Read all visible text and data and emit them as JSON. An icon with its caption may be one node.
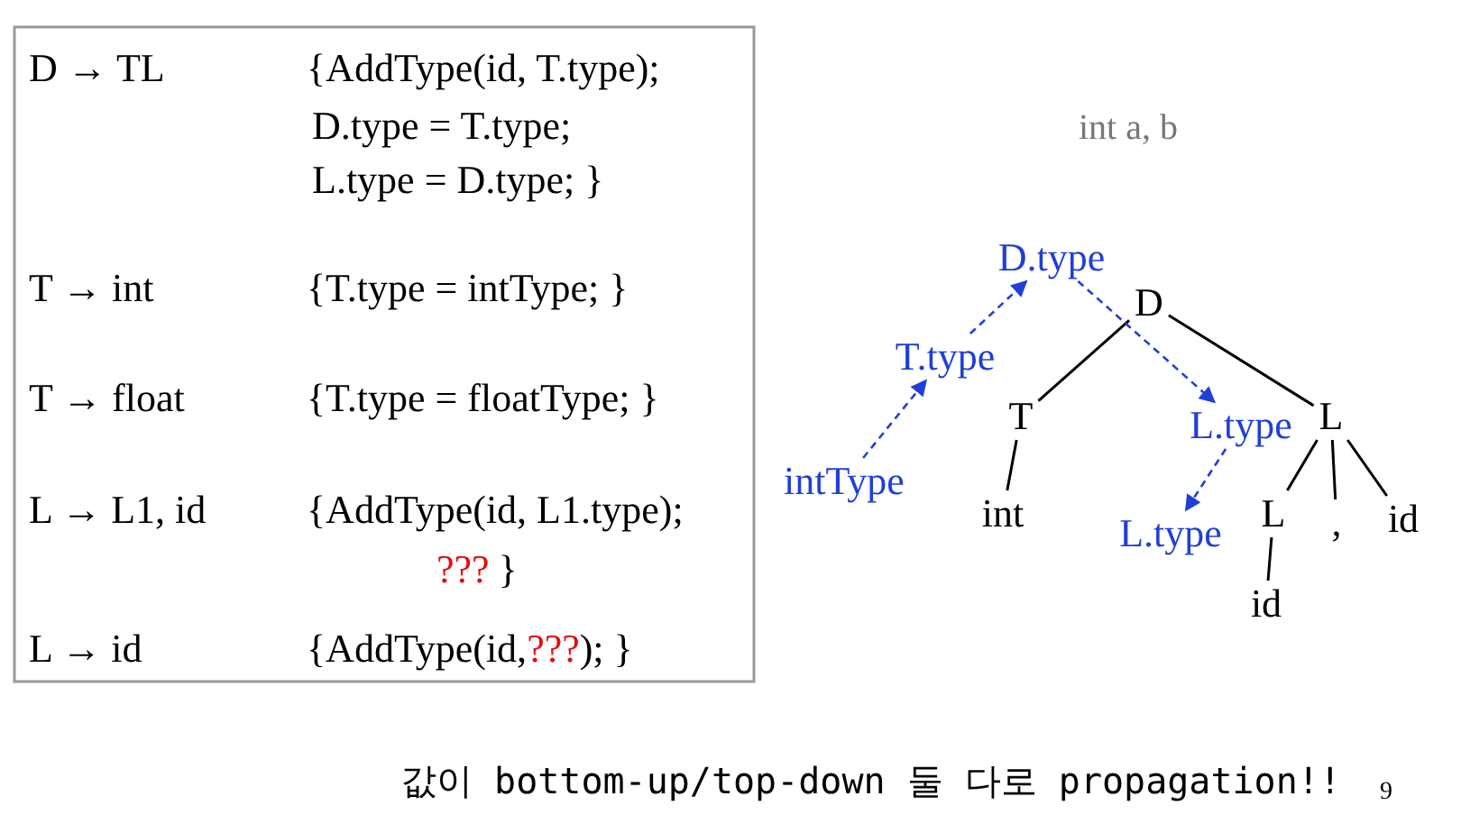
{
  "diagram": {
    "nodes": [
      {
        "text": [
          "D.type"
        ]
      },
      {
        "text": [
          "D"
        ]
      },
      {
        "text": [
          "T.type"
        ]
      },
      {
        "text": [
          "T"
        ]
      },
      {
        "text": [
          "L.type"
        ]
      },
      {
        "text": [
          "L"
        ]
      },
      {
        "text": [
          "intType"
        ]
      },
      {
        "text": [
          "int"
        ]
      },
      {
        "text": [
          "L.type"
        ]
      },
      {
        "text": [
          "L"
        ]
      },
      {
        "text": [
          ","
        ]
      },
      {
        "text": [
          "id"
        ]
      },
      {
        "text": [
          "id"
        ]
      }
    ],
    "edges": [
      {
        "from": 1,
        "to": 3,
        "arrow": "none"
      },
      {
        "from": 1,
        "to": 5,
        "arrow": "none"
      },
      {
        "from": 3,
        "to": 7,
        "arrow": "none"
      },
      {
        "from": 5,
        "to": 9,
        "arrow": "none"
      },
      {
        "from": 5,
        "to": 10,
        "arrow": "none"
      },
      {
        "from": 5,
        "to": 11,
        "arrow": "none"
      },
      {
        "from": 9,
        "to": 12,
        "arrow": "none"
      },
      {
        "from": 6,
        "to": 2,
        "arrow": "to",
        "style": "dashed",
        "color": "#1f3fd8"
      },
      {
        "from": 2,
        "to": 0,
        "arrow": "to",
        "style": "dashed",
        "color": "#1f3fd8"
      },
      {
        "from": 0,
        "to": 4,
        "arrow": "to",
        "style": "dashed",
        "color": "#1f3fd8"
      },
      {
        "from": 4,
        "to": 8,
        "arrow": "to",
        "style": "dashed",
        "color": "#1f3fd8"
      }
    ],
    "labels": [
      "D → TL",
      "{AddType(id, T.type);",
      "D.type = T.type;",
      "L.type = D.type; }",
      "T → int",
      "{T.type = intType; }",
      "T → float",
      "{T.type = floatType; }",
      "L → L1, id",
      "{AddType(id, L1.type);",
      "???",
      "}",
      "L → id",
      "{AddType(id,",
      "???",
      "); }",
      "int a, b",
      "값이 bottom-up/top-down 둘 다로 propagation!!",
      "9"
    ]
  }
}
